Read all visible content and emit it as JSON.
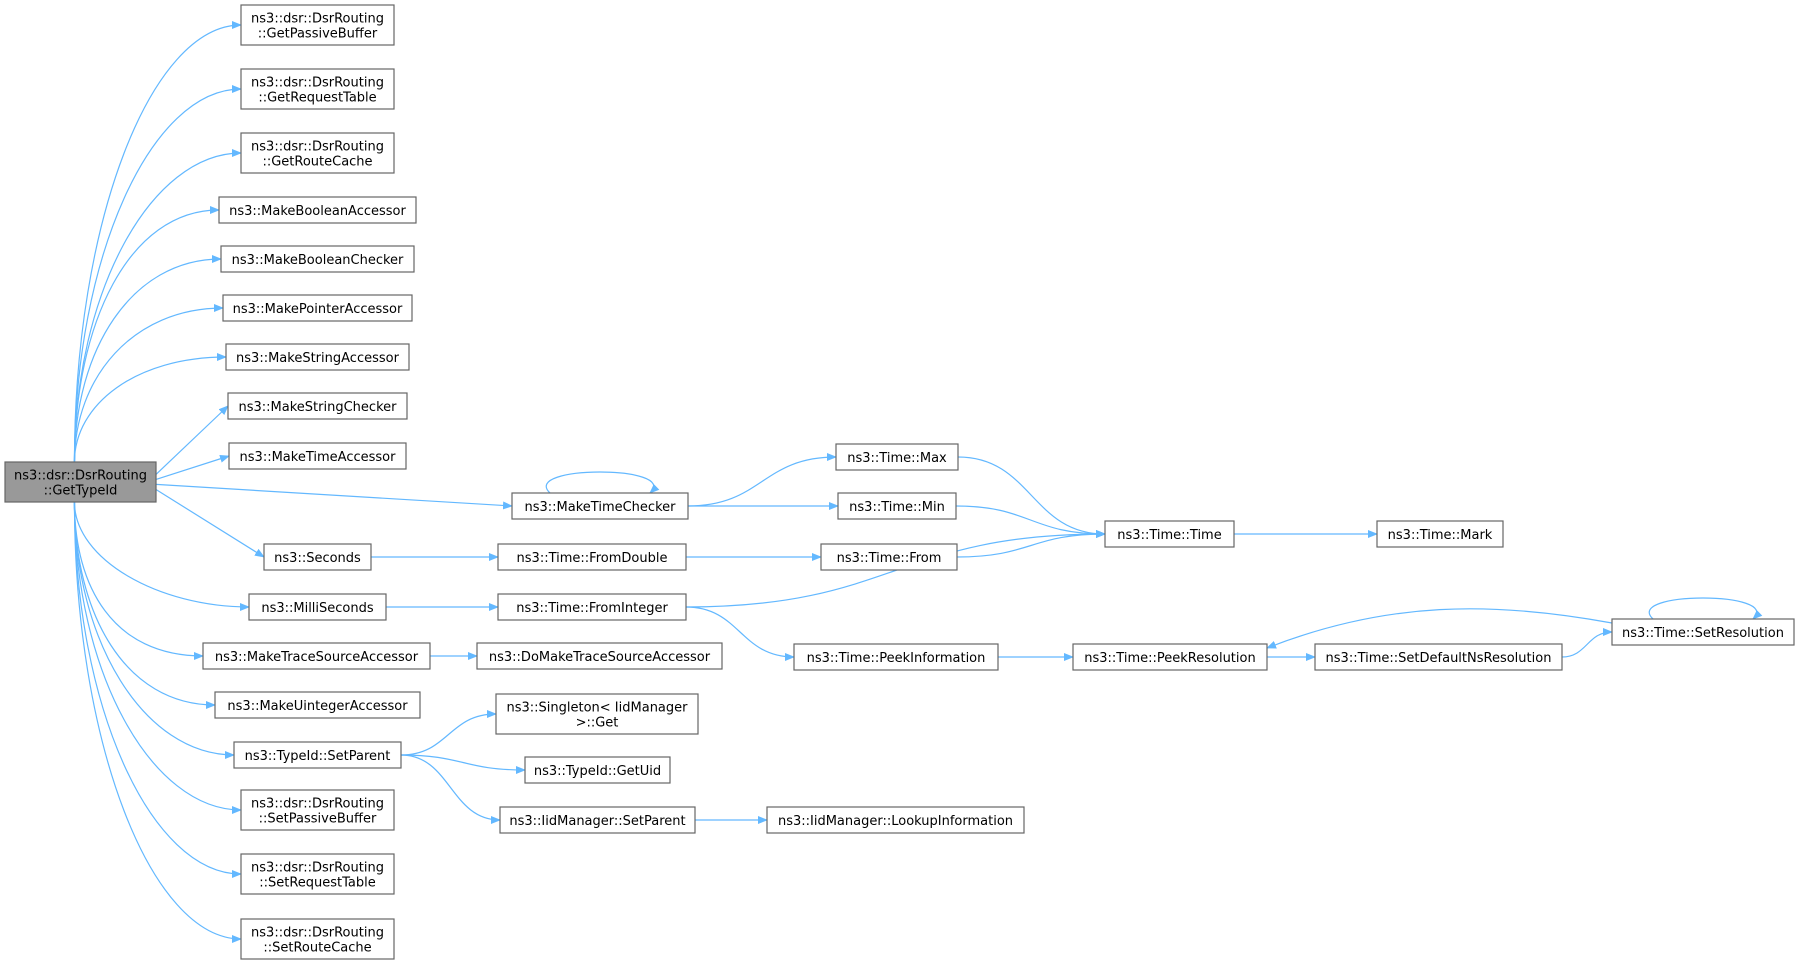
{
  "root": "GetTypeId",
  "colors": {
    "edge": "#63b8ff",
    "node_border": "#666666",
    "root_fill": "#999999",
    "node_fill": "#ffffff"
  },
  "nodes": {
    "GetTypeId": [
      "ns3::dsr::DsrRouting",
      "::GetTypeId"
    ],
    "GetPassiveBuffer": [
      "ns3::dsr::DsrRouting",
      "::GetPassiveBuffer"
    ],
    "GetRequestTable": [
      "ns3::dsr::DsrRouting",
      "::GetRequestTable"
    ],
    "GetRouteCache": [
      "ns3::dsr::DsrRouting",
      "::GetRouteCache"
    ],
    "MakeBooleanAccessor": [
      "ns3::MakeBooleanAccessor"
    ],
    "MakeBooleanChecker": [
      "ns3::MakeBooleanChecker"
    ],
    "MakePointerAccessor": [
      "ns3::MakePointerAccessor"
    ],
    "MakeStringAccessor": [
      "ns3::MakeStringAccessor"
    ],
    "MakeStringChecker": [
      "ns3::MakeStringChecker"
    ],
    "MakeTimeAccessor": [
      "ns3::MakeTimeAccessor"
    ],
    "MakeTimeChecker": [
      "ns3::MakeTimeChecker"
    ],
    "Seconds": [
      "ns3::Seconds"
    ],
    "MilliSeconds": [
      "ns3::MilliSeconds"
    ],
    "MakeTraceSourceAccessor": [
      "ns3::MakeTraceSourceAccessor"
    ],
    "MakeUintegerAccessor": [
      "ns3::MakeUintegerAccessor"
    ],
    "TypeIdSetParent": [
      "ns3::TypeId::SetParent"
    ],
    "SetPassiveBuffer": [
      "ns3::dsr::DsrRouting",
      "::SetPassiveBuffer"
    ],
    "SetRequestTable": [
      "ns3::dsr::DsrRouting",
      "::SetRequestTable"
    ],
    "SetRouteCache": [
      "ns3::dsr::DsrRouting",
      "::SetRouteCache"
    ],
    "TimeMax": [
      "ns3::Time::Max"
    ],
    "TimeMin": [
      "ns3::Time::Min"
    ],
    "TimeFromDouble": [
      "ns3::Time::FromDouble"
    ],
    "TimeFromInteger": [
      "ns3::Time::FromInteger"
    ],
    "DoMakeTraceSourceAccessor": [
      "ns3::DoMakeTraceSourceAccessor"
    ],
    "SingletonGet": [
      "ns3::Singleton< IidManager",
      ">::Get"
    ],
    "TypeIdGetUid": [
      "ns3::TypeId::GetUid"
    ],
    "IidManagerSetParent": [
      "ns3::IidManager::SetParent"
    ],
    "TimeFrom": [
      "ns3::Time::From"
    ],
    "TimePeekInformation": [
      "ns3::Time::PeekInformation"
    ],
    "IidManagerLookupInformation": [
      "ns3::IidManager::LookupInformation"
    ],
    "TimeTime": [
      "ns3::Time::Time"
    ],
    "TimePeekResolution": [
      "ns3::Time::PeekResolution"
    ],
    "TimeMark": [
      "ns3::Time::Mark"
    ],
    "TimeSetDefaultNsResolution": [
      "ns3::Time::SetDefaultNsResolution"
    ],
    "TimeSetResolution": [
      "ns3::Time::SetResolution"
    ]
  },
  "edges": [
    [
      "GetTypeId",
      "GetPassiveBuffer"
    ],
    [
      "GetTypeId",
      "GetRequestTable"
    ],
    [
      "GetTypeId",
      "GetRouteCache"
    ],
    [
      "GetTypeId",
      "MakeBooleanAccessor"
    ],
    [
      "GetTypeId",
      "MakeBooleanChecker"
    ],
    [
      "GetTypeId",
      "MakePointerAccessor"
    ],
    [
      "GetTypeId",
      "MakeStringAccessor"
    ],
    [
      "GetTypeId",
      "MakeStringChecker"
    ],
    [
      "GetTypeId",
      "MakeTimeAccessor"
    ],
    [
      "GetTypeId",
      "MakeTimeChecker"
    ],
    [
      "GetTypeId",
      "Seconds"
    ],
    [
      "GetTypeId",
      "MilliSeconds"
    ],
    [
      "GetTypeId",
      "MakeTraceSourceAccessor"
    ],
    [
      "GetTypeId",
      "MakeUintegerAccessor"
    ],
    [
      "GetTypeId",
      "TypeIdSetParent"
    ],
    [
      "GetTypeId",
      "SetPassiveBuffer"
    ],
    [
      "GetTypeId",
      "SetRequestTable"
    ],
    [
      "GetTypeId",
      "SetRouteCache"
    ],
    [
      "MakeTimeChecker",
      "MakeTimeChecker"
    ],
    [
      "MakeTimeChecker",
      "TimeMax"
    ],
    [
      "MakeTimeChecker",
      "TimeMin"
    ],
    [
      "Seconds",
      "TimeFromDouble"
    ],
    [
      "MilliSeconds",
      "TimeFromInteger"
    ],
    [
      "MakeTraceSourceAccessor",
      "DoMakeTraceSourceAccessor"
    ],
    [
      "TypeIdSetParent",
      "SingletonGet"
    ],
    [
      "TypeIdSetParent",
      "TypeIdGetUid"
    ],
    [
      "TypeIdSetParent",
      "IidManagerSetParent"
    ],
    [
      "TimeMax",
      "TimeTime"
    ],
    [
      "TimeMin",
      "TimeTime"
    ],
    [
      "TimeFromDouble",
      "TimeFrom"
    ],
    [
      "TimeFrom",
      "TimeTime"
    ],
    [
      "TimeFromInteger",
      "TimeTime"
    ],
    [
      "TimeFromInteger",
      "TimePeekInformation"
    ],
    [
      "TimeTime",
      "TimeMark"
    ],
    [
      "TimePeekInformation",
      "TimePeekResolution"
    ],
    [
      "TimePeekResolution",
      "TimeSetDefaultNsResolution"
    ],
    [
      "TimeSetDefaultNsResolution",
      "TimeSetResolution"
    ],
    [
      "TimeSetResolution",
      "TimePeekResolution"
    ],
    [
      "TimeSetResolution",
      "TimeSetResolution"
    ],
    [
      "IidManagerSetParent",
      "IidManagerLookupInformation"
    ]
  ]
}
